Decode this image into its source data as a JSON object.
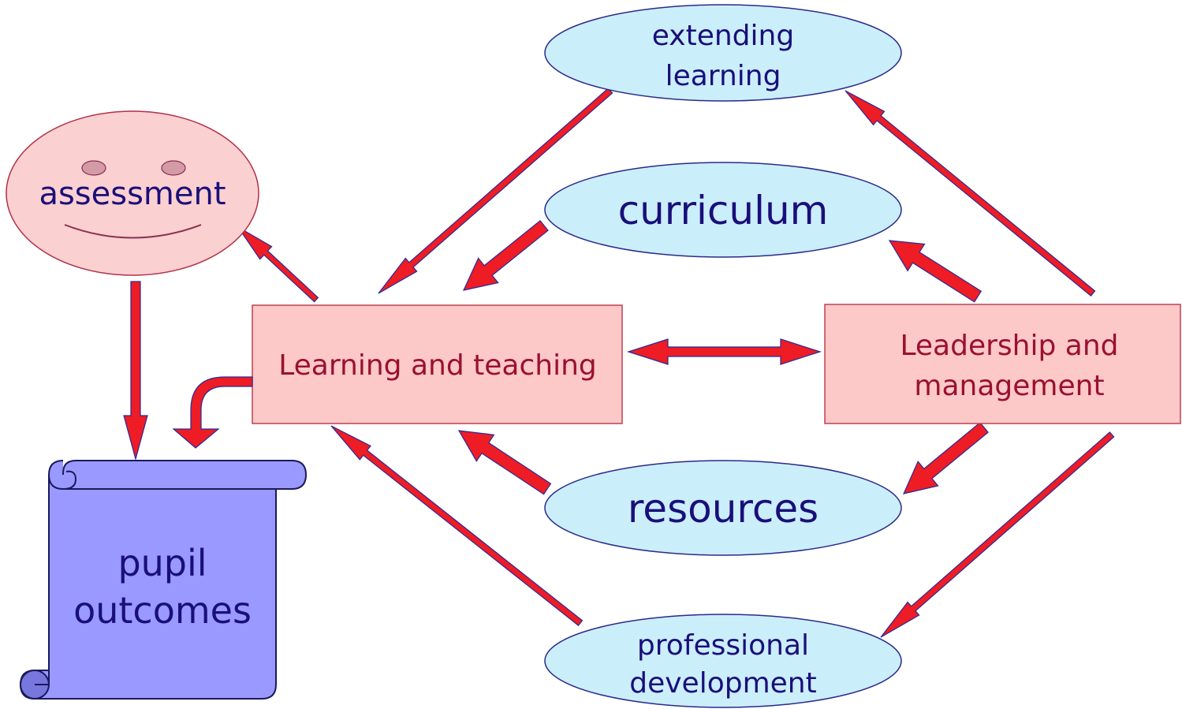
{
  "nodes": {
    "extending_learning": [
      "extending",
      "learning"
    ],
    "curriculum": "curriculum",
    "resources": "resources",
    "professional_development": [
      "professional",
      "development"
    ],
    "learning_teaching": "Learning and teaching",
    "leadership_management": [
      "Leadership and",
      "management"
    ],
    "assessment": "assessment",
    "pupil_outcomes": [
      "pupil",
      "outcomes"
    ]
  },
  "colors": {
    "ellipse_fill": "#cbeefb",
    "box_fill": "#fcc8c8",
    "assessment_fill": "#fbd0d0",
    "scroll_fill": "#9999ff",
    "arrow_fill": "#ee1c24",
    "ellipse_text": "#1a0f7a",
    "box_text": "#9a1030"
  }
}
